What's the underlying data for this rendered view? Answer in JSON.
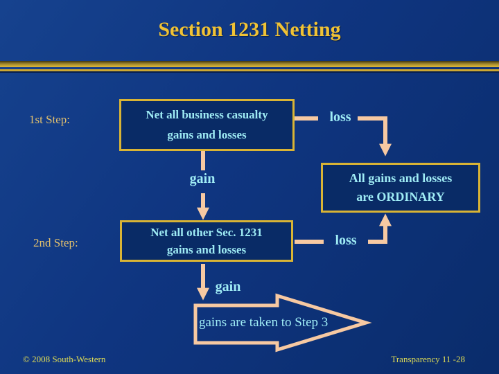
{
  "title": "Section 1231 Netting",
  "steps": [
    {
      "label": "1st Step:",
      "box_lines": [
        "Net all business casualty",
        "gains and losses"
      ],
      "loss_label": "loss",
      "gain_label": "gain"
    },
    {
      "label": "2nd Step:",
      "box_lines": [
        "Net all other Sec. 1231",
        "gains and losses"
      ],
      "loss_label": "loss",
      "gain_label": "gain"
    }
  ],
  "ordinary_box_lines": [
    "All gains and losses",
    "are ORDINARY"
  ],
  "step3_arrow_label": "gains are taken to Step 3",
  "footer": {
    "copyright": "© 2008 South-Western",
    "page": "Transparency 11 -28"
  },
  "colors": {
    "background_top": "#16428e",
    "background_bottom": "#0a2c6b",
    "title_gold": "#f0c235",
    "box_border_gold": "#d9b435",
    "box_fill_navy": "#092b66",
    "text_cyan": "#9fecf5",
    "step_label_tan": "#e2c06e",
    "arrow_peach": "#f7c9a2",
    "footer_yellow": "#dfdc55"
  }
}
